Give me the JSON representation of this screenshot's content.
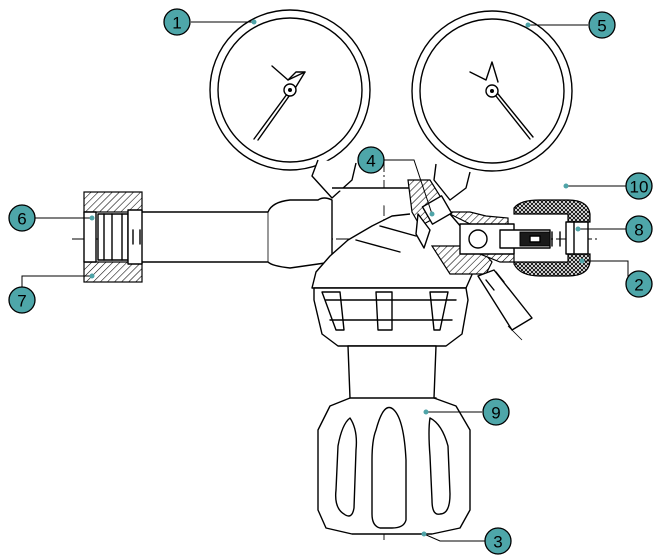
{
  "callouts": [
    {
      "label": "1"
    },
    {
      "label": "5"
    },
    {
      "label": "4"
    },
    {
      "label": "10"
    },
    {
      "label": "6"
    },
    {
      "label": "8"
    },
    {
      "label": "7"
    },
    {
      "label": "2"
    },
    {
      "label": "9"
    },
    {
      "label": "3"
    }
  ],
  "colors": {
    "badge": "#4ea6a9",
    "line": "#000000"
  }
}
